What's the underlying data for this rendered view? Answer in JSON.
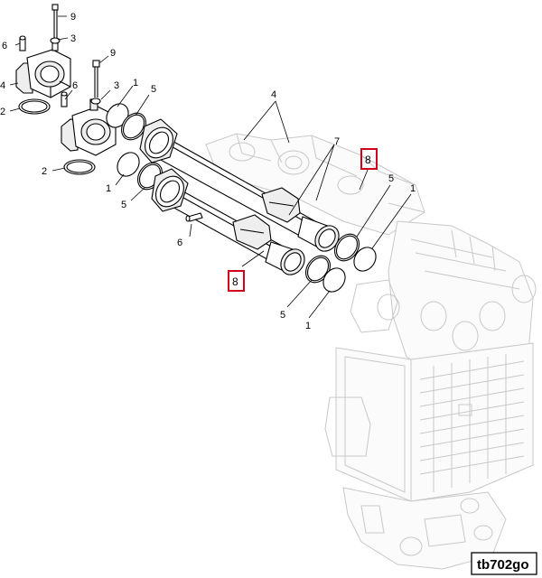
{
  "diagram": {
    "reference_code": "tb702go",
    "highlight_color": "#d0021b",
    "callouts": {
      "c9a": "9",
      "c3a": "3",
      "c6a": "6",
      "c4a": "4",
      "c2a": "2",
      "c9b": "9",
      "c6b": "6",
      "c3b": "3",
      "c2b": "2",
      "c1a": "1",
      "c5a": "5",
      "c1b": "1",
      "c5b": "5",
      "c4c": "4",
      "c7": "7",
      "c8a": "8",
      "c8b": "8",
      "c5c": "5",
      "c1c": "1",
      "c5d": "5",
      "c1d": "1",
      "c6c": "6"
    }
  }
}
